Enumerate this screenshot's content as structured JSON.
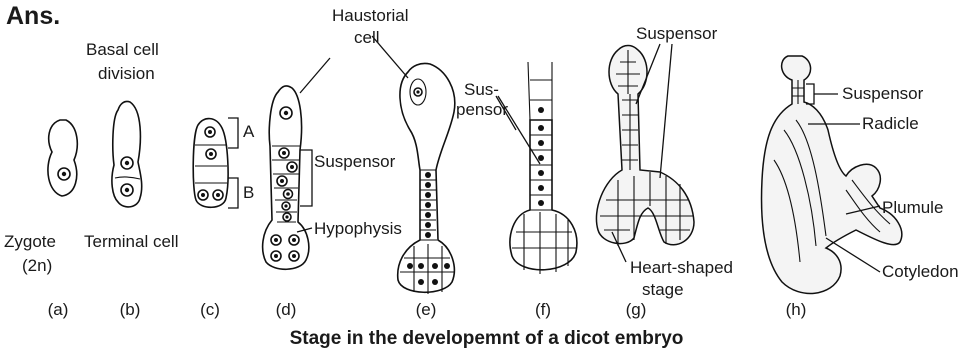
{
  "ans_label": "Ans.",
  "labels": {
    "zygote": "Zygote",
    "zygote_ploidy": "(2n)",
    "basal_cell_division_1": "Basal cell",
    "basal_cell_division_2": "division",
    "terminal_cell": "Terminal cell",
    "label_a": "A",
    "label_b": "B",
    "haustorial_1": "Haustorial",
    "haustorial_2": "cell",
    "suspensor_d": "Suspensor",
    "hypophysis": "Hypophysis",
    "suspensor_f_1": "Sus-",
    "suspensor_f_2": "pensor",
    "suspensor_g": "Suspensor",
    "heart_1": "Heart-shaped",
    "heart_2": "stage",
    "suspensor_h": "Suspensor",
    "radicle": "Radicle",
    "plumule": "Plumule",
    "cotyledon": "Cotyledon"
  },
  "stages": [
    "(a)",
    "(b)",
    "(c)",
    "(d)",
    "(e)",
    "(f)",
    "(g)",
    "(h)"
  ],
  "caption": "Stage in the developemnt of a dicot embryo",
  "colors": {
    "ink": "#111111",
    "background": "#ffffff"
  }
}
